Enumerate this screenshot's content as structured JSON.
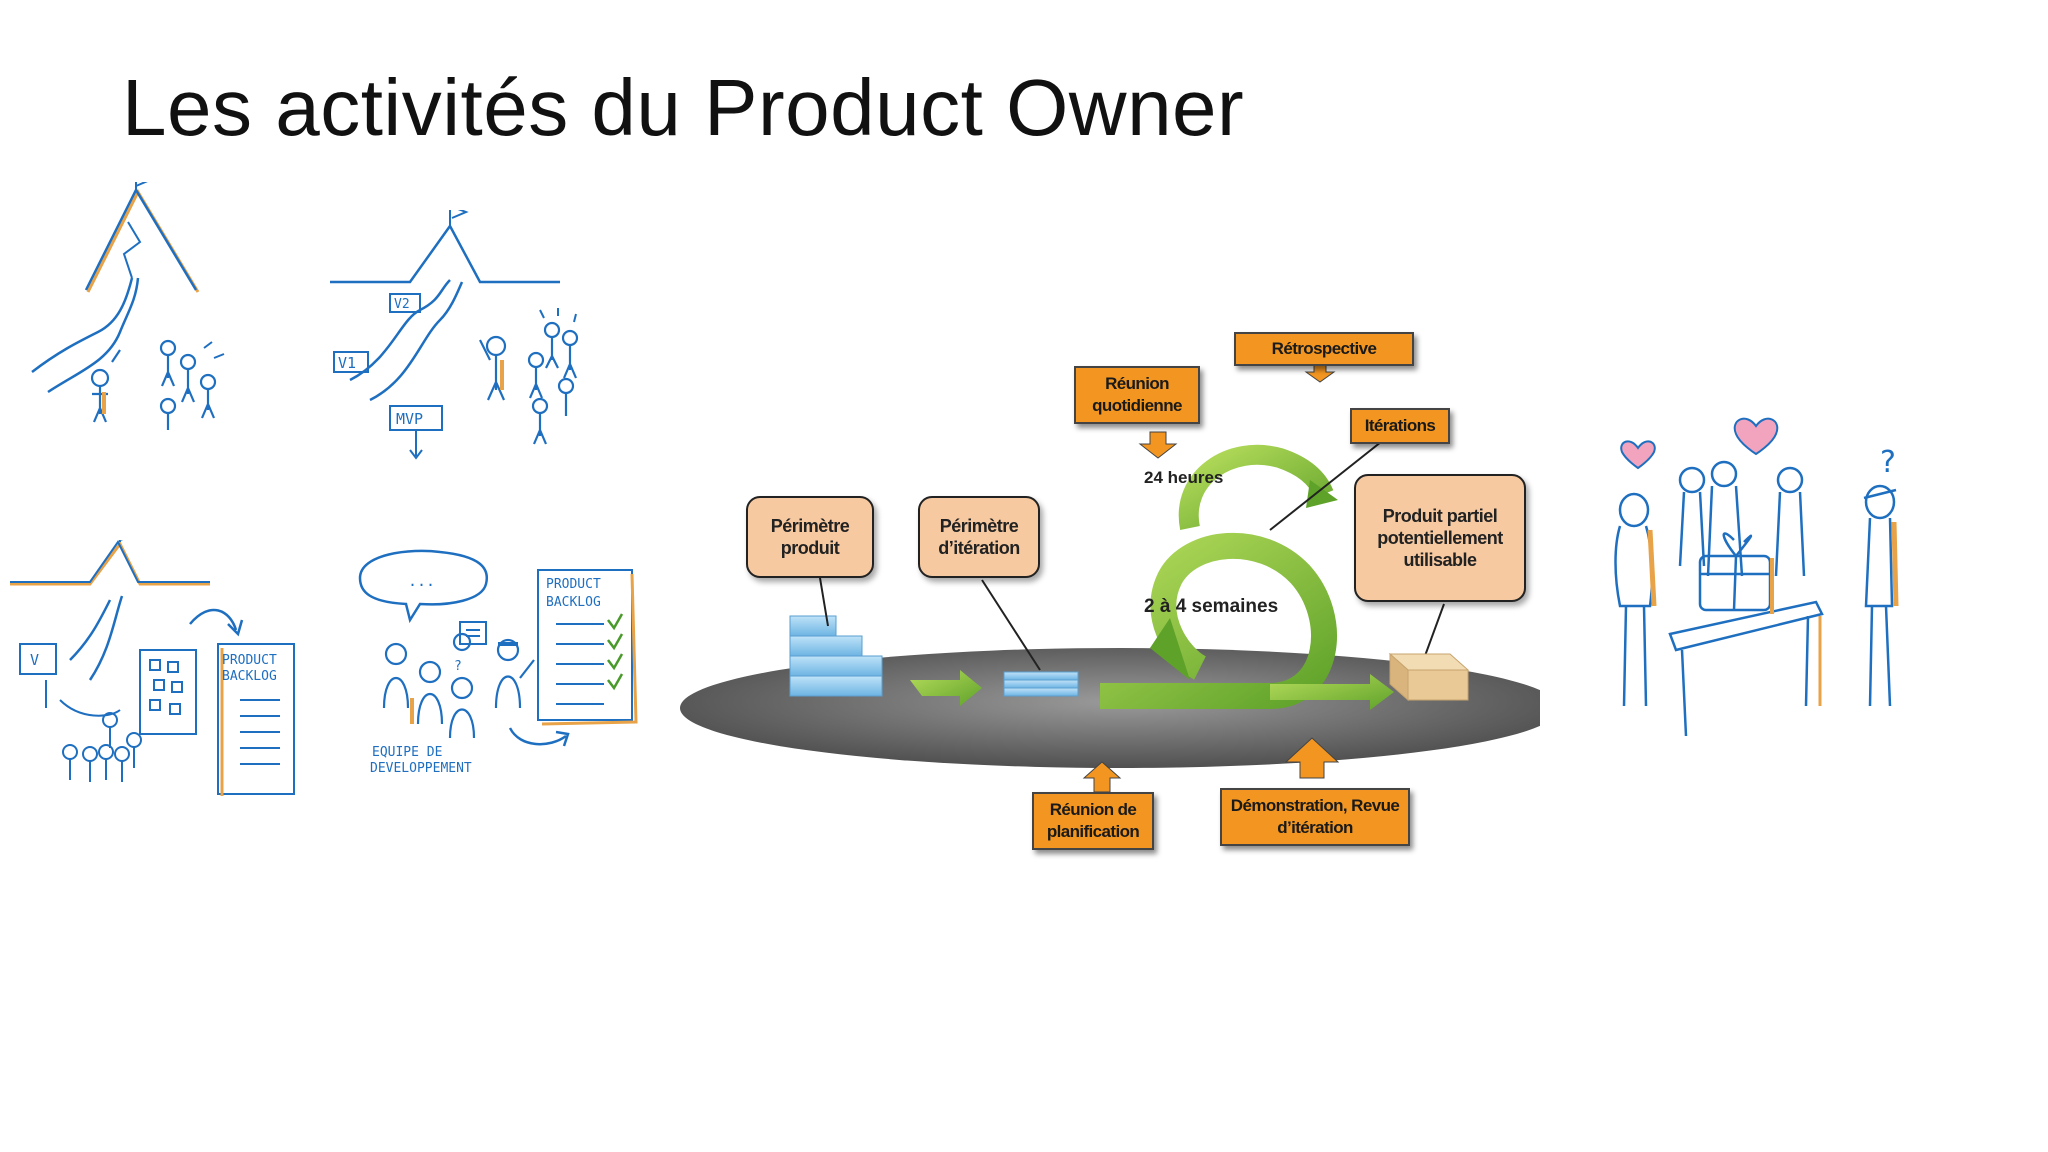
{
  "slide": {
    "title": "Les activités du Product Owner"
  },
  "sketches": {
    "roadmap_labels": [
      "V2",
      "V1",
      "MVP"
    ],
    "backlog_label_1": "PRODUCT BACKLOG",
    "backlog_label_2": "PRODUCT BACKLOG",
    "team_label": "EQUIPE DE DEVELOPPEMENT",
    "speech": "...",
    "release_label": "V"
  },
  "scrum_diagram": {
    "product_scope": "Périmètre produit",
    "iteration_scope": "Périmètre d’itération",
    "daily_meeting": "Réunion quotidienne",
    "retrospective": "Rétrospective",
    "iterations": "Itérations",
    "deliverable": "Produit partiel potentiellement utilisable",
    "planning_meeting": "Réunion de planification",
    "demo_review": "Démonstration, Revue d’itération",
    "daily_cycle": "24 heures",
    "sprint_cycle": "2 à 4 semaines",
    "colors": {
      "orange": "#f39621",
      "callout": "#f6c9a0",
      "green": "#7dbf2e",
      "platform": "#6a6a6a",
      "blue": "#8fc8ee"
    }
  },
  "icons": [
    "mountain-icon",
    "people-icon",
    "gift-icon",
    "heart-icon",
    "question-icon"
  ]
}
